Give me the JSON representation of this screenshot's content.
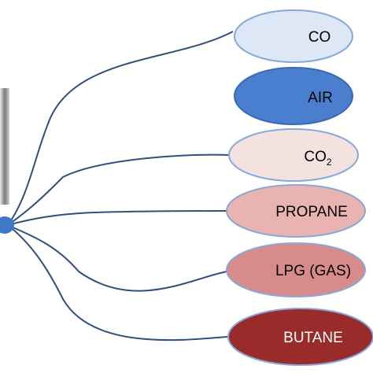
{
  "hub": {
    "color": "#3f78c8"
  },
  "connector": {
    "color": "#2f4f7d"
  },
  "nodes": [
    {
      "id": "co",
      "label": "CO",
      "sub": "",
      "fill": "#dde7f6",
      "stroke": "#86a8da",
      "text_color": "#000000"
    },
    {
      "id": "air",
      "label": "AIR",
      "sub": "",
      "fill": "#4a7fd0",
      "stroke": "#3a69b3",
      "text_color": "#000000"
    },
    {
      "id": "co2",
      "label": "CO",
      "sub": "2",
      "fill": "#f3e2e0",
      "stroke": "#86a8da",
      "text_color": "#000000"
    },
    {
      "id": "propane",
      "label": "PROPANE",
      "sub": "",
      "fill": "#e8b3b0",
      "stroke": "#86a8da",
      "text_color": "#000000"
    },
    {
      "id": "lpg",
      "label": "LPG (GAS)",
      "sub": "",
      "fill": "#d88c8a",
      "stroke": "#86a8da",
      "text_color": "#000000"
    },
    {
      "id": "butane",
      "label": "BUTANE",
      "sub": "",
      "fill": "#9a2b2b",
      "stroke": "#86a8da",
      "text_color": "#ffffff"
    }
  ]
}
